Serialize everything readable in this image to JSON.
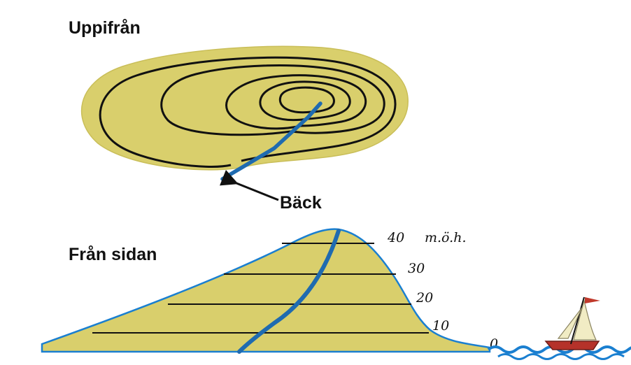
{
  "top_view": {
    "title": "Uppifrån",
    "stream_label": "Bäck"
  },
  "side_view": {
    "title": "Från sidan",
    "unit": "m.ö.h.",
    "elevation_labels": [
      "0",
      "10",
      "20",
      "30",
      "40"
    ]
  },
  "colors": {
    "land": "#d9cf6c",
    "land_light": "#e6df8e",
    "contour": "#111111",
    "stream": "#1f6bb0",
    "water": "#1a7fd0",
    "boat_hull": "#b5322a",
    "sail": "#f1ecc4",
    "flag": "#c0392b"
  },
  "icons": {
    "arrow": "arrow-left-icon",
    "boat": "sailboat-icon"
  }
}
